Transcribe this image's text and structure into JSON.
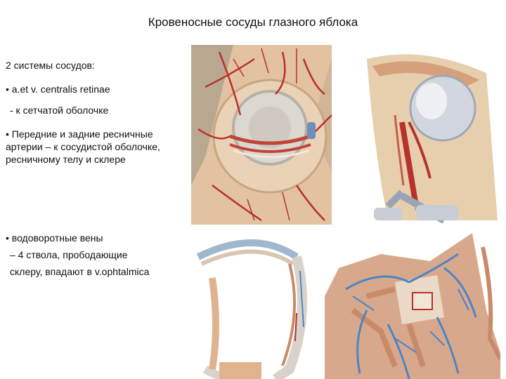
{
  "slide": {
    "title": "Кровеносные сосуды глазного  яблока",
    "lines": [
      "2 системы сосудов:",
      "• a.et v. centralis retinae",
      " - к сетчатой оболочке",
      "• Передние и задние ресничные",
      "артерии – к сосудистой оболочке,",
      "ресничному телу и склере",
      "• водоворотные вены",
      " – 4 ствола, прободающие",
      "   склеру, впадают  в v.ophtalmica"
    ]
  },
  "colors": {
    "artery": "#b8322a",
    "vein": "#4a86c5",
    "tissue": "#e8c9a8",
    "sclera": "#d9d6d2"
  },
  "figures": [
    {
      "icon": "eyeball-anterior-vessels-illustration"
    },
    {
      "icon": "orbit-sagittal-section-illustration"
    },
    {
      "icon": "eyeball-cross-section-illustration"
    },
    {
      "icon": "orbital-veins-illustration"
    }
  ]
}
